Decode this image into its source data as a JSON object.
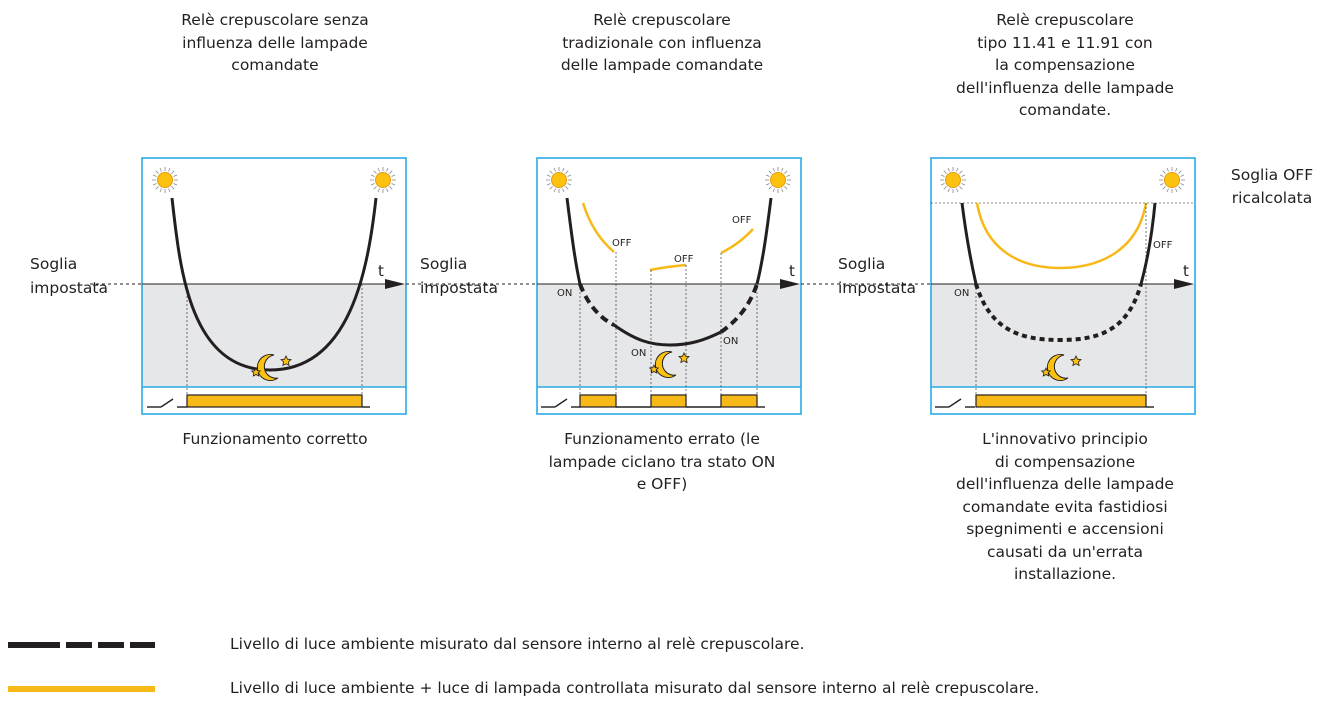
{
  "panels": [
    {
      "title": "Relè crepuscolare senza\ninfluenza delle lampade\ncomandate",
      "footer": "Funzionamento corretto"
    },
    {
      "title": "Relè crepuscolare\ntradizionale con influenza\ndelle lampade comandate",
      "footer": "Funzionamento errato (le\nlampade ciclano tra stato ON\ne OFF)"
    },
    {
      "title": "Relè crepuscolare\ntipo 11.41 e 11.91 con\nla compensazione\ndell'influenza delle lampade\ncomandate.",
      "footer": "L'innovativo principio\ndi compensazione\ndell'influenza delle lampade\ncomandate evita fastidiosi\nspegnimenti e accensioni\ncausati da un'errata\ninstallazione."
    }
  ],
  "threshold_label": "Soglia\nimpostata",
  "off_threshold_label": "Soglia OFF\nricalcolata",
  "time_axis_label": "t",
  "state_labels": {
    "on": "ON",
    "off": "OFF"
  },
  "legend": [
    {
      "style": "dashed-black",
      "text": "Livello di luce ambiente misurato dal sensore interno al relè crepuscolare."
    },
    {
      "style": "solid-yellow",
      "text": "Livello di luce ambiente + luce di lampada controllata misurato dal sensore interno al relè crepuscolare."
    }
  ],
  "colors": {
    "frame": "#29abe2",
    "night_fill": "#e6e7e8",
    "curve_black": "#231f20",
    "lamp_yellow": "#f7b918",
    "sun": "#fdc20f",
    "relay_bar": "#f7b918"
  },
  "icons": [
    "sun-icon",
    "moon-stars-icon",
    "switch-contact-icon"
  ]
}
